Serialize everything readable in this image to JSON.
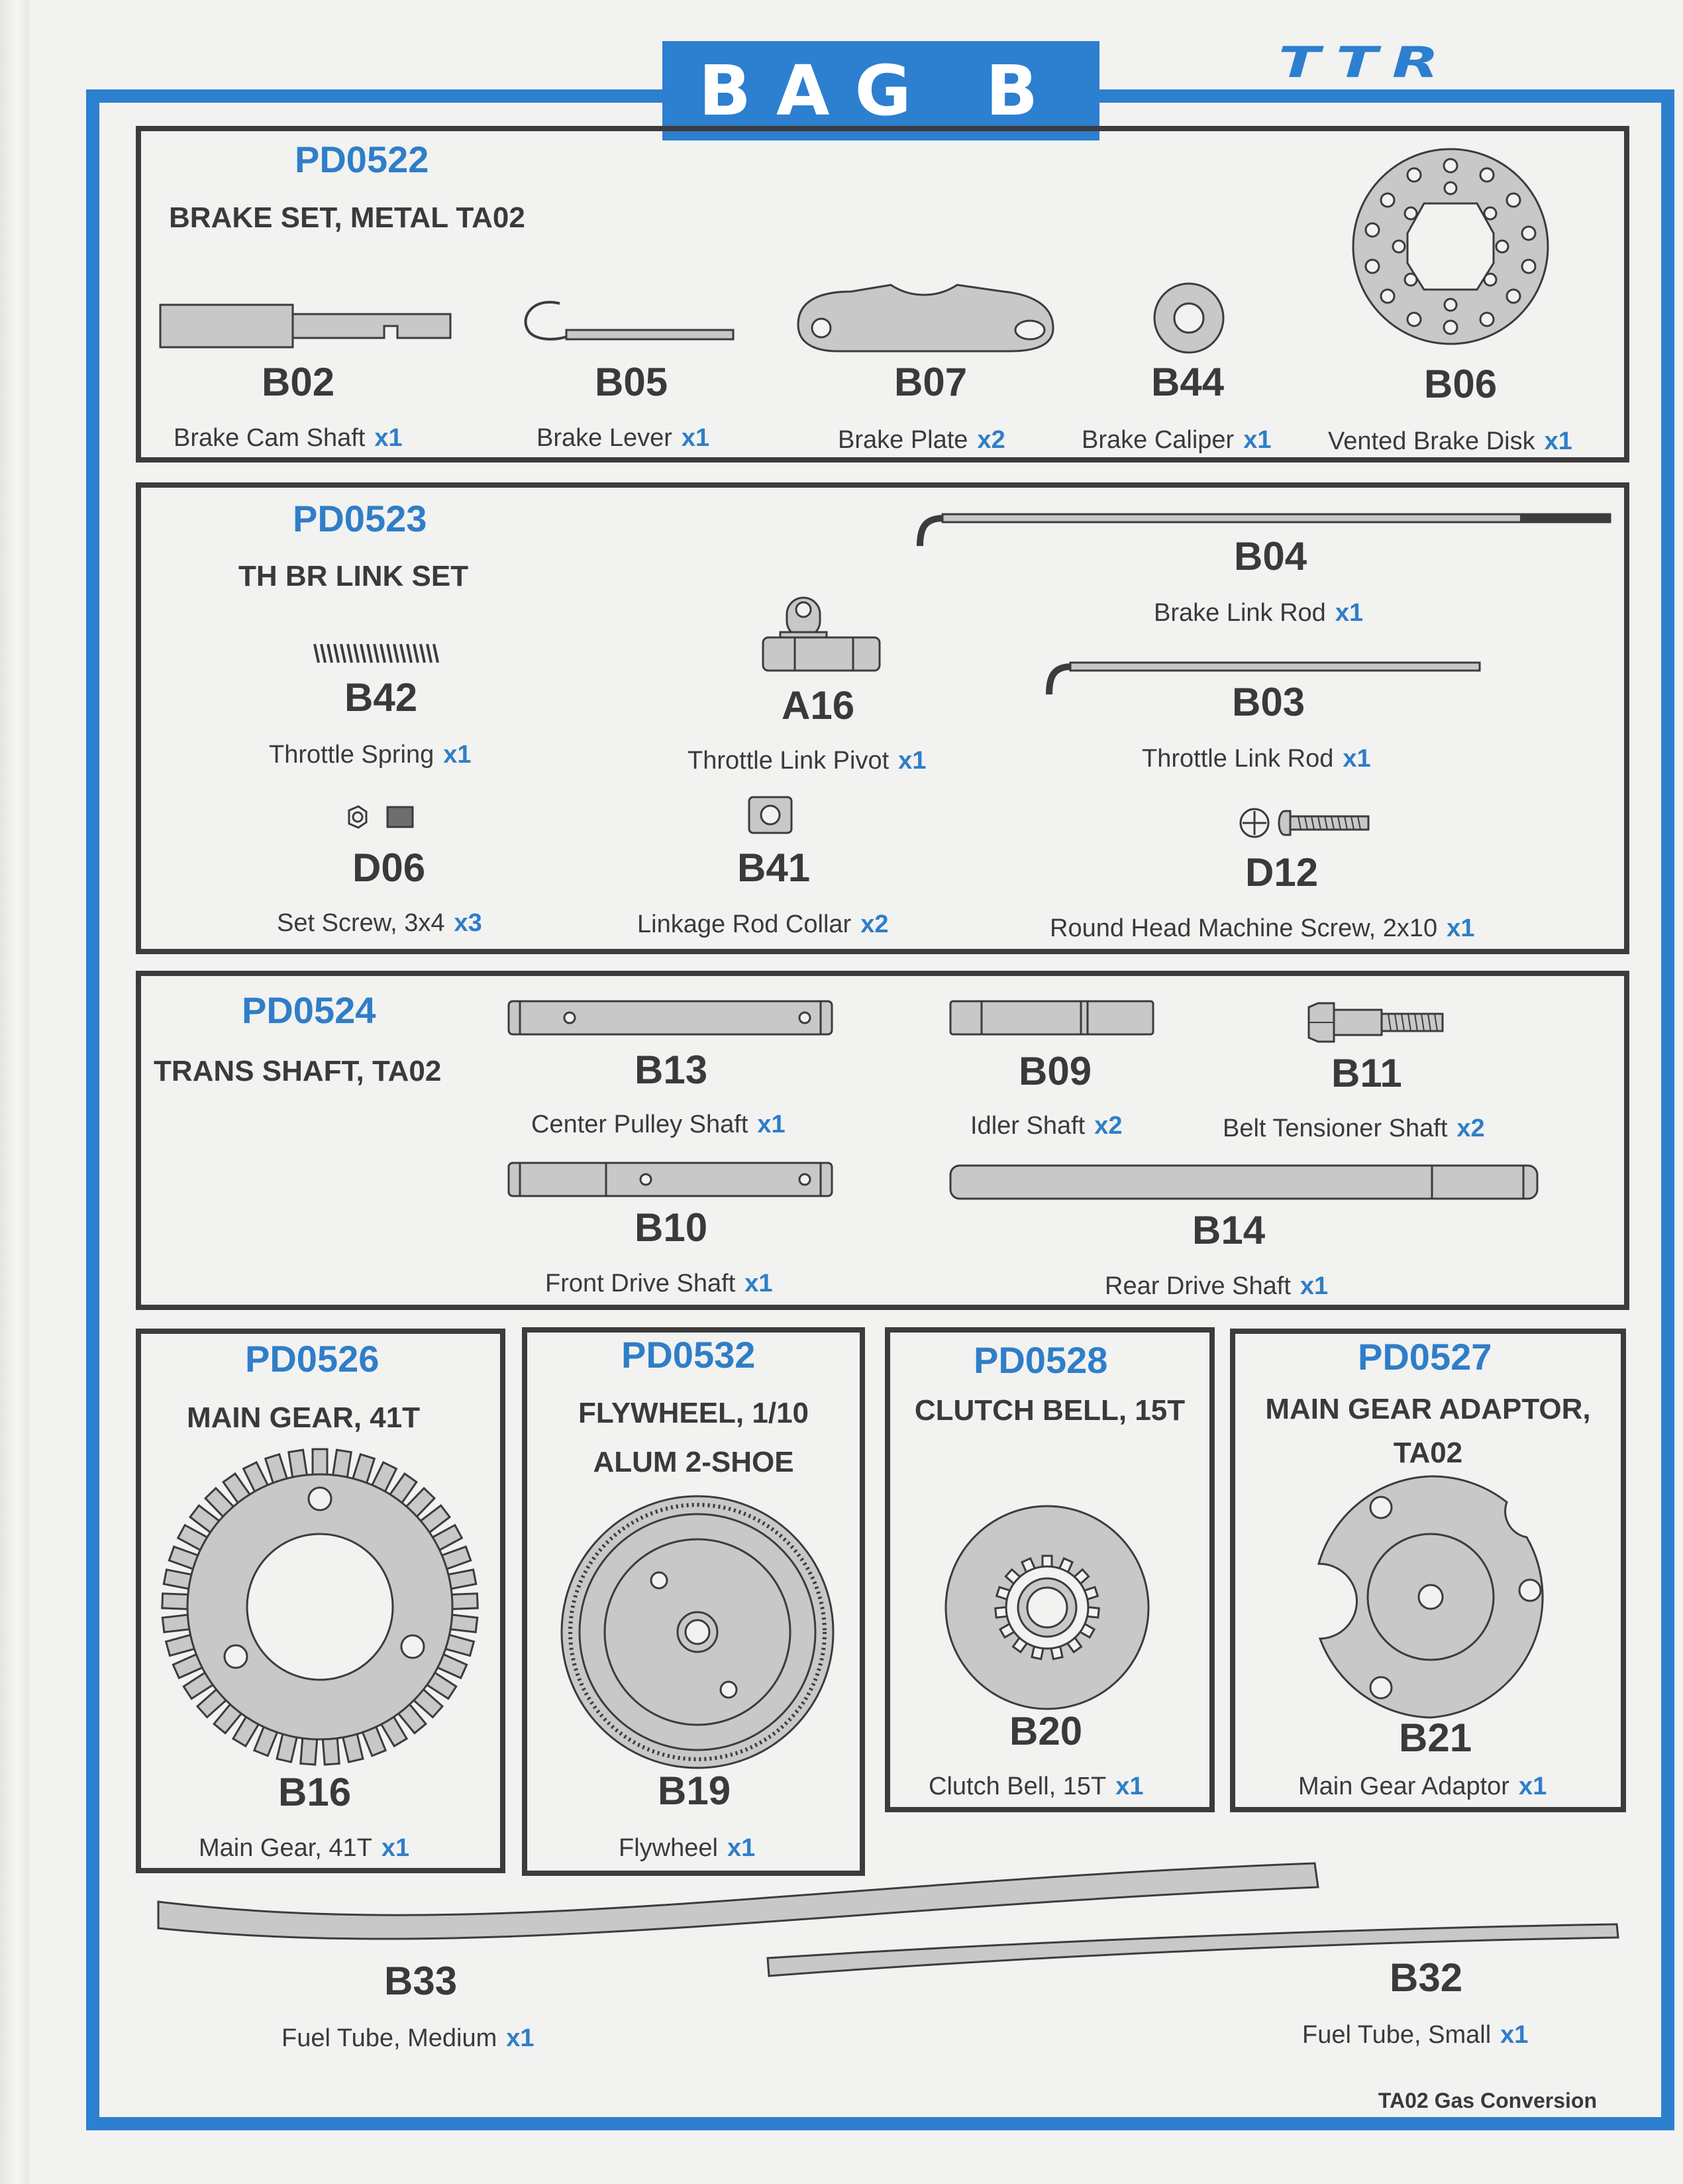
{
  "header": {
    "bag_title": "BAG B",
    "brand_logo": "TTR"
  },
  "footer": "TA02 Gas Conversion",
  "colors": {
    "accent_blue": "#2d7fd0",
    "part_gray": "#c8c8c8",
    "outline": "#3c3c3c"
  },
  "sections": {
    "pd0522": {
      "number": "PD0522",
      "title": "BRAKE SET, METAL TA02",
      "parts": [
        {
          "code": "B02",
          "desc": "Brake Cam Shaft",
          "qty": "x1",
          "icon": "cam-shaft-icon"
        },
        {
          "code": "B05",
          "desc": "Brake Lever",
          "qty": "x1",
          "icon": "brake-lever-icon"
        },
        {
          "code": "B07",
          "desc": "Brake Plate",
          "qty": "x2",
          "icon": "brake-plate-icon"
        },
        {
          "code": "B44",
          "desc": "Brake Caliper",
          "qty": "x1",
          "icon": "caliper-washer-icon"
        },
        {
          "code": "B06",
          "desc": "Vented Brake Disk",
          "qty": "x1",
          "icon": "brake-disk-icon"
        }
      ]
    },
    "pd0523": {
      "number": "PD0523",
      "title": "TH BR LINK SET",
      "parts": [
        {
          "code": "B04",
          "desc": "Brake Link Rod",
          "qty": "x1",
          "icon": "link-rod-icon"
        },
        {
          "code": "B42",
          "desc": "Throttle Spring",
          "qty": "x1",
          "icon": "spring-icon"
        },
        {
          "code": "A16",
          "desc": "Throttle Link Pivot",
          "qty": "x1",
          "icon": "pivot-icon"
        },
        {
          "code": "B03",
          "desc": "Throttle Link Rod",
          "qty": "x1",
          "icon": "link-rod-icon"
        },
        {
          "code": "D06",
          "desc": "Set Screw, 3x4",
          "qty": "x3",
          "icon": "set-screw-icon"
        },
        {
          "code": "B41",
          "desc": "Linkage Rod Collar",
          "qty": "x2",
          "icon": "collar-icon"
        },
        {
          "code": "D12",
          "desc": "Round Head Machine Screw, 2x10",
          "qty": "x1",
          "icon": "machine-screw-icon"
        }
      ]
    },
    "pd0524": {
      "number": "PD0524",
      "title": "TRANS SHAFT, TA02",
      "parts": [
        {
          "code": "B13",
          "desc": "Center Pulley Shaft",
          "qty": "x1",
          "icon": "shaft-icon"
        },
        {
          "code": "B09",
          "desc": "Idler Shaft",
          "qty": "x2",
          "icon": "shaft-icon"
        },
        {
          "code": "B11",
          "desc": "Belt Tensioner Shaft",
          "qty": "x2",
          "icon": "bolt-icon"
        },
        {
          "code": "B10",
          "desc": "Front Drive Shaft",
          "qty": "x1",
          "icon": "shaft-icon"
        },
        {
          "code": "B14",
          "desc": "Rear Drive Shaft",
          "qty": "x1",
          "icon": "shaft-icon"
        }
      ]
    },
    "pd0526": {
      "number": "PD0526",
      "title": "MAIN GEAR, 41T",
      "parts": [
        {
          "code": "B16",
          "desc": "Main Gear, 41T",
          "qty": "x1",
          "icon": "gear-icon"
        }
      ]
    },
    "pd0532": {
      "number": "PD0532",
      "title_line1": "FLYWHEEL, 1/10",
      "title_line2": "ALUM 2-SHOE",
      "parts": [
        {
          "code": "B19",
          "desc": "Flywheel",
          "qty": "x1",
          "icon": "flywheel-icon"
        }
      ]
    },
    "pd0528": {
      "number": "PD0528",
      "title": "CLUTCH BELL, 15T",
      "parts": [
        {
          "code": "B20",
          "desc": "Clutch Bell, 15T",
          "qty": "x1",
          "icon": "clutch-bell-icon"
        }
      ]
    },
    "pd0527": {
      "number": "PD0527",
      "title_line1": "MAIN GEAR ADAPTOR,",
      "title_line2": "TA02",
      "parts": [
        {
          "code": "B21",
          "desc": "Main Gear Adaptor",
          "qty": "x1",
          "icon": "gear-adaptor-icon"
        }
      ]
    },
    "tubes": {
      "parts": [
        {
          "code": "B33",
          "desc": "Fuel Tube, Medium",
          "qty": "x1",
          "icon": "fuel-tube-icon"
        },
        {
          "code": "B32",
          "desc": "Fuel Tube, Small",
          "qty": "x1",
          "icon": "fuel-tube-icon"
        }
      ]
    }
  }
}
